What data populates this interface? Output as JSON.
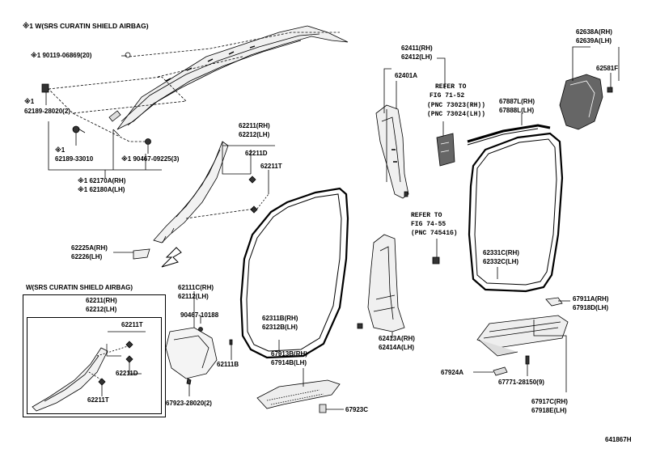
{
  "note_top": "※1  W(SRS CURATIN SHIELD AIRBAG)",
  "inset_title": "W(SRS CURATIN SHIELD AIRBAG)",
  "diagram_id": "641867H",
  "labels": {
    "p90119": "※1 90119-06869(20)",
    "p62189a_note": "※1",
    "p62189a": "62189-28020(2)",
    "p62189b_note": "※1",
    "p62189b": "62189-33010",
    "p90467a": "※1 90467-09225(3)",
    "p62170a": "※1 62170A(RH)",
    "p62180a": "※1 62180A(LH)",
    "p62211_rh": "62211(RH)",
    "p62212_lh": "62212(LH)",
    "p62211d": "62211D",
    "p62211t": "62211T",
    "p62225a": "62225A(RH)",
    "p62226": "62226(LH)",
    "in_62211_rh": "62211(RH)",
    "in_62212_lh": "62212(LH)",
    "in_62211t_a": "62211T",
    "in_62211d": "62211D",
    "in_62211t_b": "62211T",
    "p62111c": "62111C(RH)",
    "p62112": "62112(LH)",
    "p90467b": "90467-10188",
    "p62111b": "62111B",
    "p67923a": "67923-28020(2)",
    "p62311b": "62311B(RH)",
    "p62312b": "62312B(LH)",
    "p67913b": "67913B(RH)",
    "p67914b": "67914B(LH)",
    "p67923c": "67923C",
    "p62411": "62411(RH)",
    "p62412": "62412(LH)",
    "p62401a": "62401A",
    "ref1_a": "REFER TO",
    "ref1_b": "FIG 71-52",
    "ref1_c": "(PNC 73023(RH))",
    "ref1_d": "(PNC 73024(LH))",
    "ref2_a": "REFER TO",
    "ref2_b": "FIG 74-55",
    "ref2_c": "(PNC 74541G)",
    "p62413a": "62413A(RH)",
    "p62414a": "62414A(LH)",
    "p67887l": "67887L(RH)",
    "p67888l": "67888L(LH)",
    "p62638a": "62638A(RH)",
    "p62639a": "62639A(LH)",
    "p62581f": "62581F",
    "p62331c": "62331C(RH)",
    "p62332c": "62332C(LH)",
    "p67911a": "67911A(RH)",
    "p67918d": "67918D(LH)",
    "p67924a": "67924A",
    "p67771": "67771-28150(9)",
    "p67917c": "67917C(RH)",
    "p67918e": "67918E(LH)"
  }
}
